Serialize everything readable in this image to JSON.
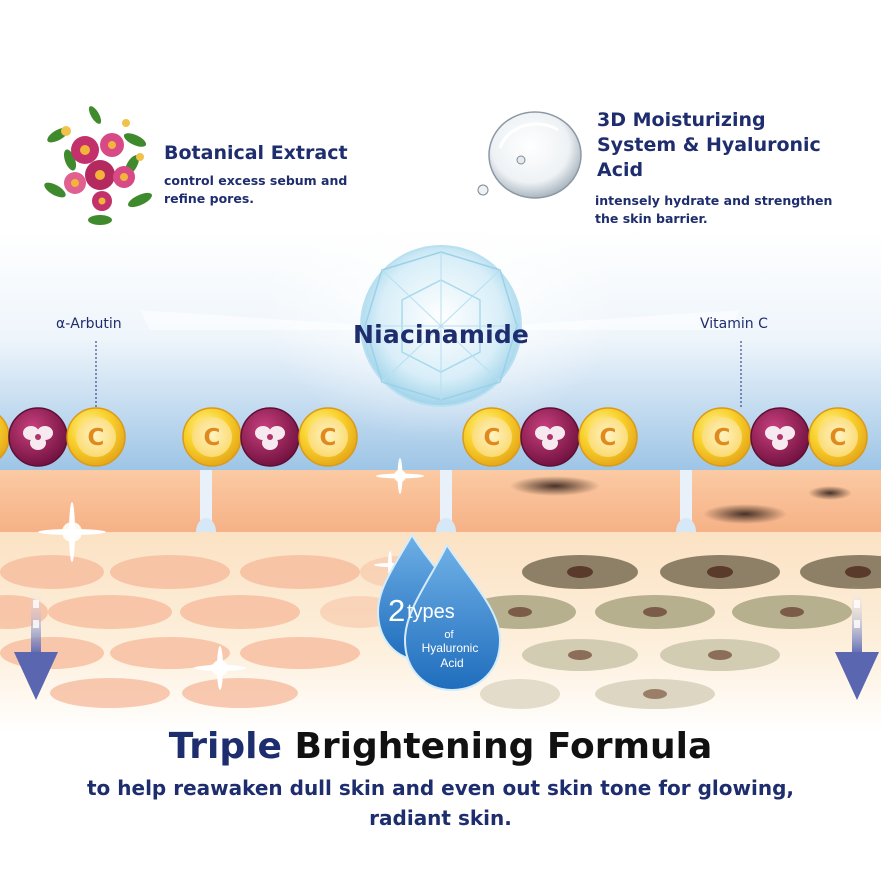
{
  "features": [
    {
      "title": "Botanical Extract",
      "description": [
        "control excess sebum and",
        "refine pores."
      ],
      "icon": "flower-bouquet-icon"
    },
    {
      "title": [
        "3D Moisturizing",
        "System & Hyaluronic",
        "Acid"
      ],
      "description": [
        "intensely hydrate and strengthen",
        "the skin barrier."
      ],
      "icon": "water-drop-icon"
    }
  ],
  "ingredients": {
    "left_label": "α-Arbutin",
    "center_label": "Niacinamide",
    "right_label": "Vitamin C",
    "vitamin_symbol": "C"
  },
  "hyaluronic_drop": {
    "count": "2",
    "line1": "types",
    "line2": "of",
    "line3": "Hyaluronic",
    "line4": "Acid"
  },
  "headline": {
    "highlight": "Triple",
    "rest": " Brightening Formula"
  },
  "tagline": [
    "to help reawaken dull skin and even out skin tone for glowing,",
    "radiant skin."
  ],
  "colors": {
    "navy": "#1e2d6e",
    "vitamin_gold": "#f7c928",
    "arbutin_purple": "#8e1a52",
    "skin_peach": "#f8bd92",
    "sky_blue": "#a9cde9"
  }
}
